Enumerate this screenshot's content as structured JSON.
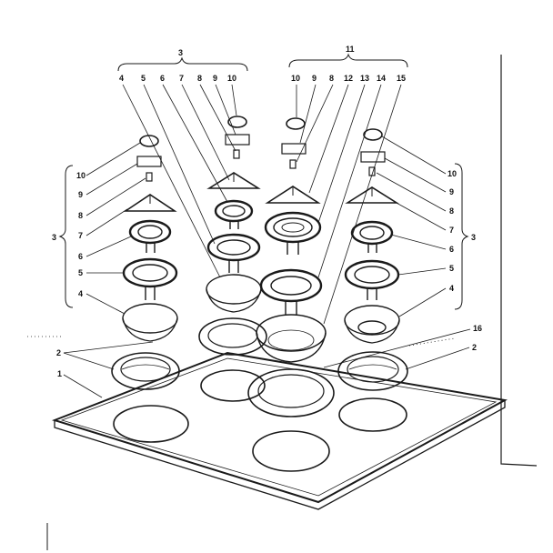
{
  "diagram": {
    "type": "exploded-parts-view",
    "subject": "cooktop surface units and drip bowls",
    "ink_color": "#1a1a1a",
    "background": "#ffffff"
  },
  "callouts": {
    "group_left_top": "3",
    "group_right_top": "11",
    "group_left_side": "3",
    "group_right_side": "3",
    "top_left_row": [
      "4",
      "5",
      "6",
      "7",
      "8",
      "9",
      "10"
    ],
    "top_right_row": [
      "10",
      "9",
      "8",
      "12",
      "13",
      "14",
      "15"
    ],
    "left_side": [
      "10",
      "9",
      "8",
      "7",
      "6",
      "5",
      "4"
    ],
    "right_side": [
      "10",
      "9",
      "8",
      "7",
      "6",
      "5",
      "4"
    ],
    "trim_ring_left": "2",
    "trim_ring_right": "2",
    "large_bowl": "16",
    "cooktop": "1"
  }
}
